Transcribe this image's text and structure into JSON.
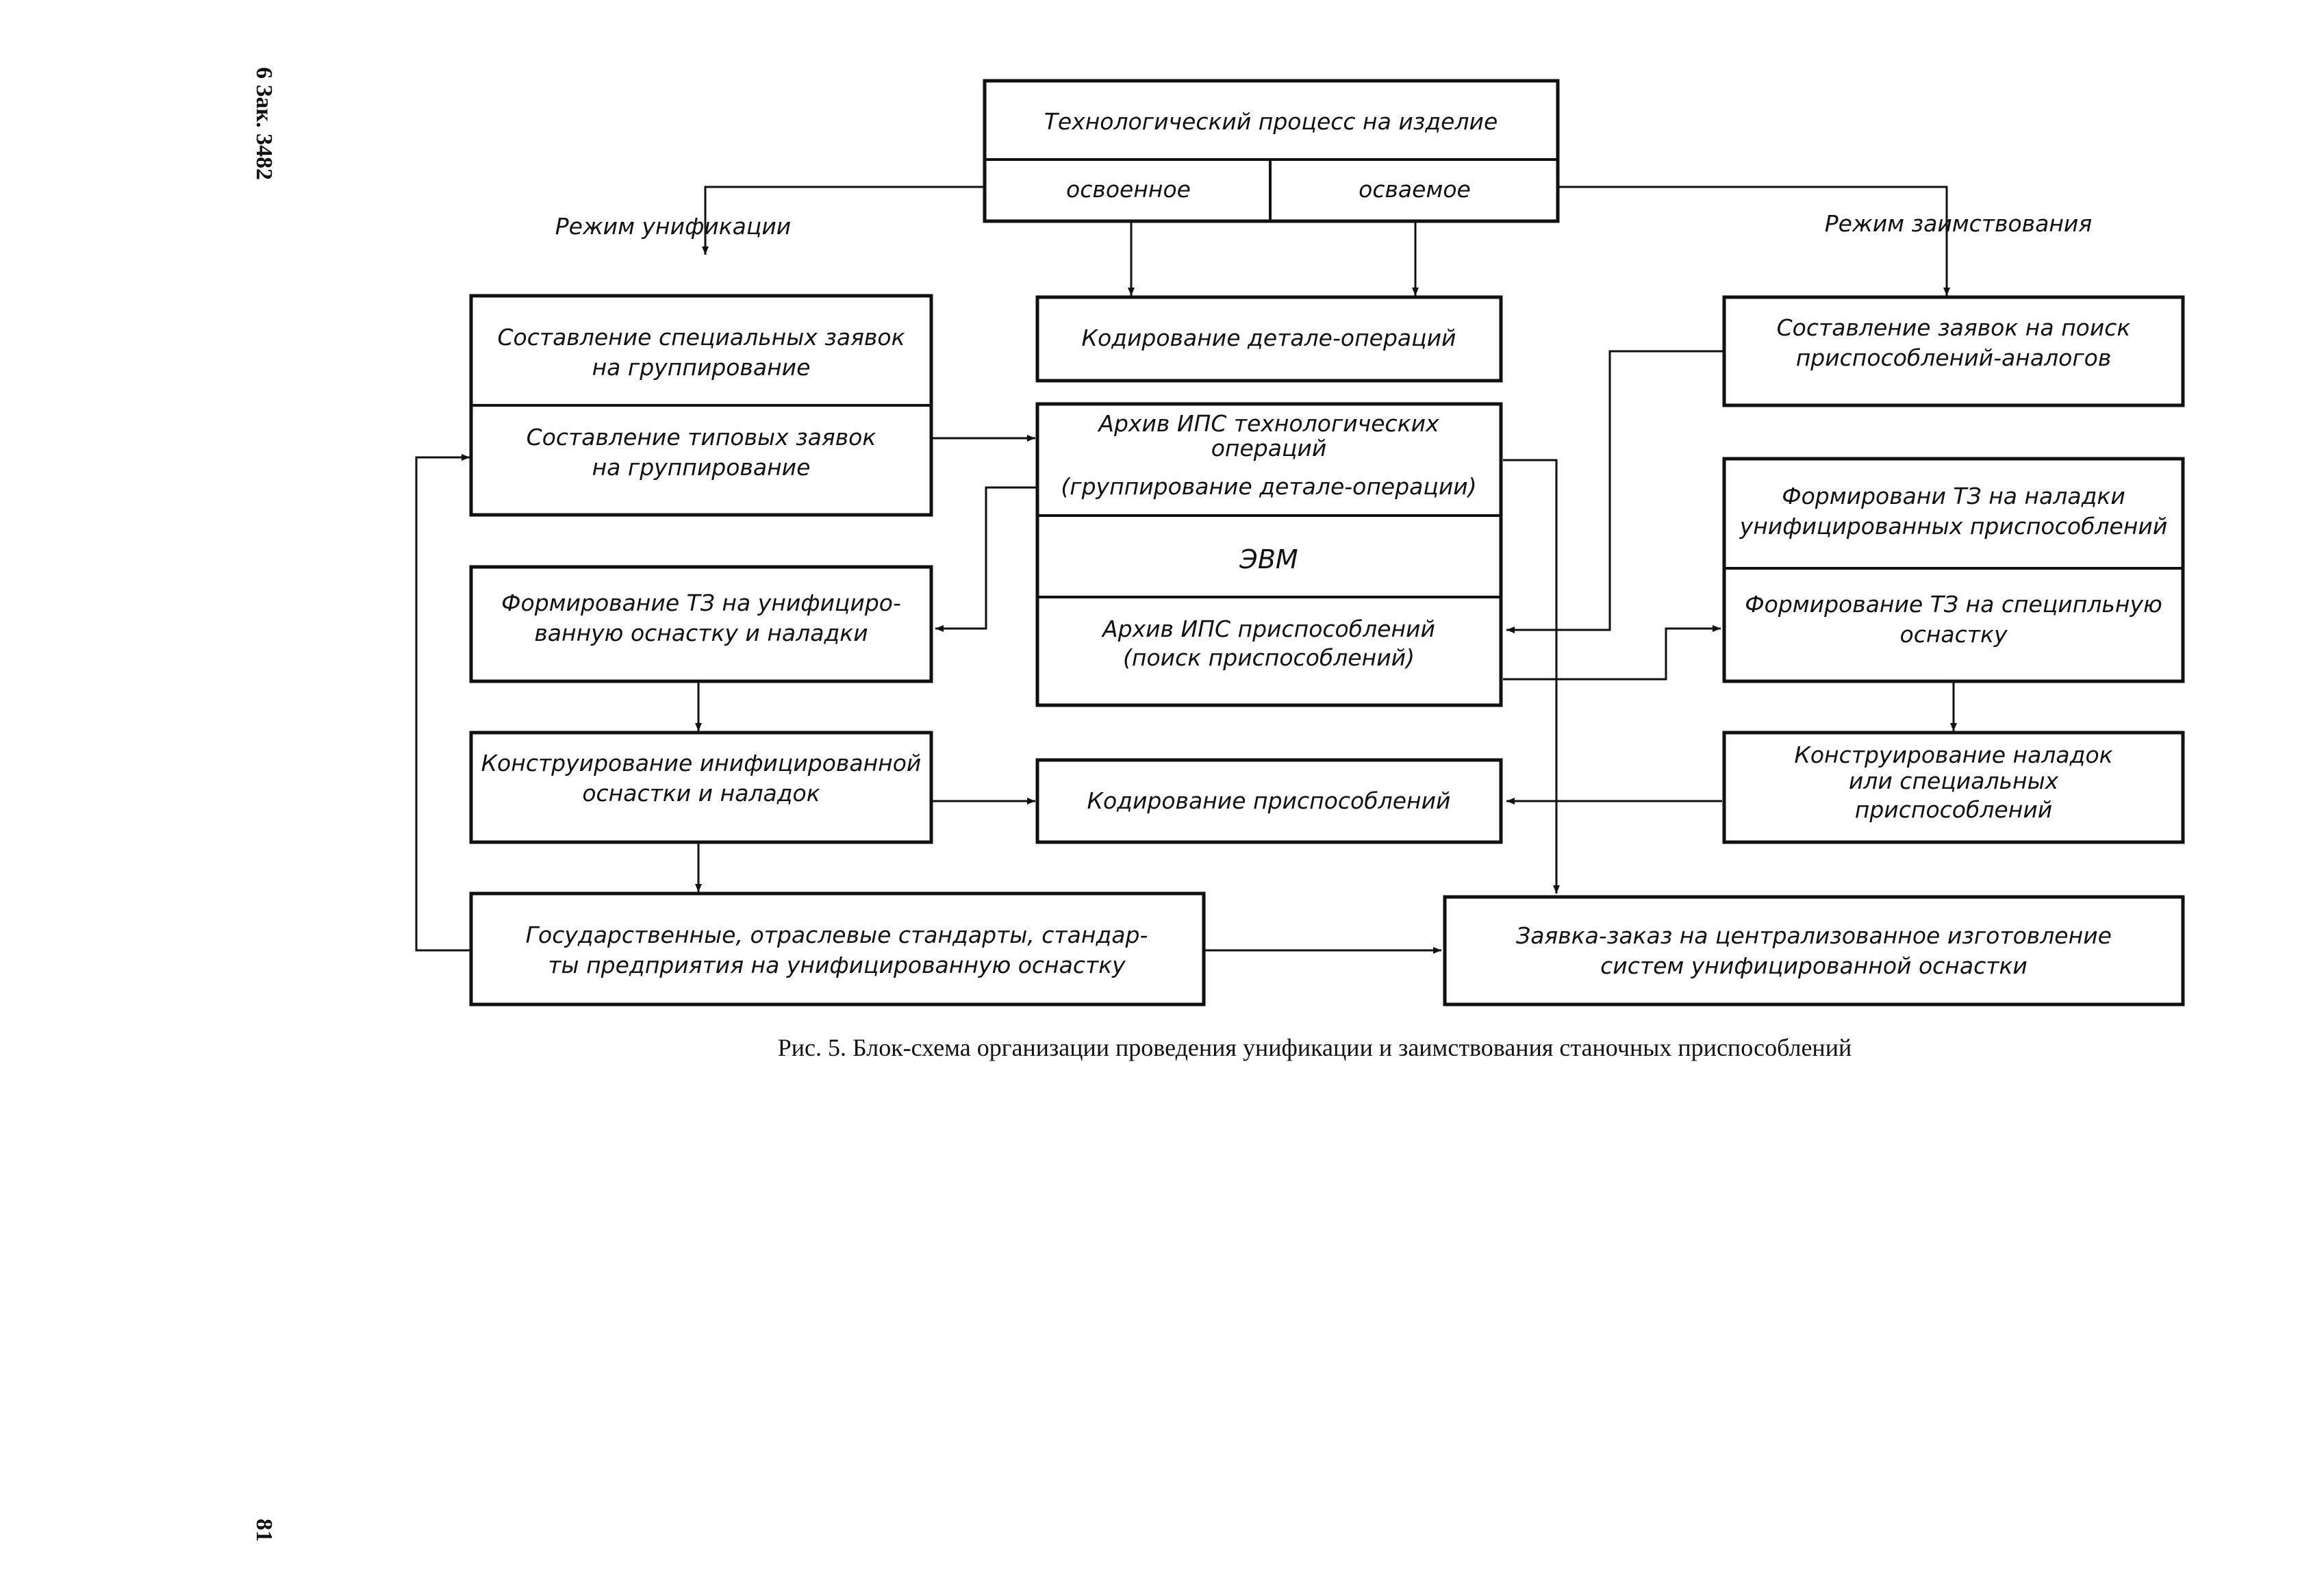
{
  "side_note": "6 Зак. 3482",
  "page_number": "81",
  "caption": "Рис. 5. Блок-схема организации проведения унификации и заимствования станочных приспособлений",
  "labels": {
    "unification_mode": "Режим унификации",
    "borrowing_mode": "Режим заимствования"
  },
  "boxes": {
    "tech_process": {
      "title": "Технологический процесс на изделие",
      "mastered": "освоенное",
      "being_mastered": "осваемое"
    },
    "special_requests": [
      "Составление специальных заявок",
      "на группирование"
    ],
    "typical_requests": [
      "Составление типовых заявок",
      "на группирование"
    ],
    "coding_details": "Кодирование детале-операций",
    "archive_ops": [
      "Архив ИПС технологических",
      "операций",
      "(группирование детале-операции)"
    ],
    "computer": "ЭВМ",
    "archive_fixtures": [
      "Архив ИПС приспособлений",
      "(поиск приспособлений)"
    ],
    "analog_search": [
      "Составление заявок на поиск",
      "приспособлений-аналогов"
    ],
    "tz_unified_setups": [
      "Формировани ТЗ  на  наладки",
      "унифицированных приспособлений"
    ],
    "tz_special": [
      "Формирование ТЗ на специпльную",
      "оснастку"
    ],
    "tz_unified_tooling": [
      "Формирование ТЗ на унифициро-",
      "ванную оснастку и наладки"
    ],
    "design_unified": [
      "Конструирование инифицированной",
      "оснастки и наладок"
    ],
    "coding_fixtures": "Кодирование приспособлений",
    "design_special": [
      "Конструирование наладок",
      "или специальных",
      "приспособлений"
    ],
    "standards": [
      "Государственные, отраслевые стандарты, стандар-",
      "ты предприятия на унифицированную оснастку"
    ],
    "order": [
      "Заявка-заказ на централизованное изготовление",
      "систем унифицированной оснастки"
    ]
  }
}
